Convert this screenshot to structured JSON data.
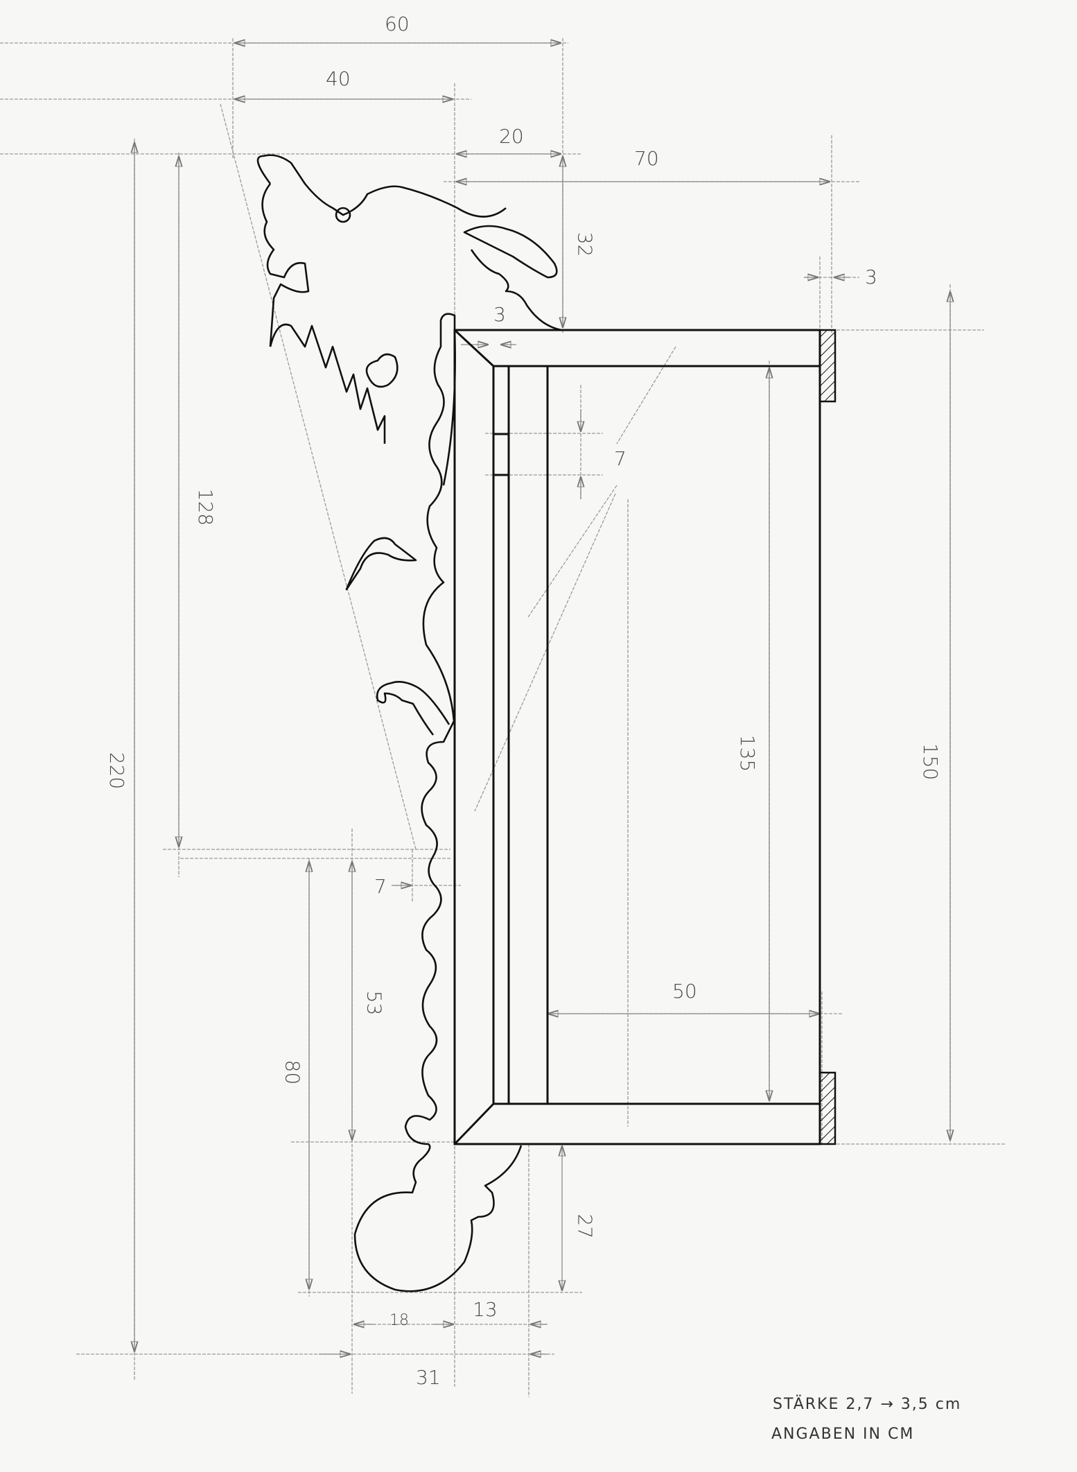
{
  "drawing": {
    "type": "hand-drawn technical drawing",
    "subject": "side profile of bench frame with carved dragon silhouette",
    "line_color": "#111111",
    "construction_line_color": "#9a9a9a",
    "paper_color": "#f7f7f5"
  },
  "dimensions": {
    "top_60": "60",
    "top_40": "40",
    "top_20": "20",
    "top_70": "70",
    "right_32": "32",
    "inner_3": "3",
    "right_3": "3",
    "slot_7": "7",
    "left_128": "128",
    "left_220": "220",
    "mid_135": "135",
    "right_150": "150",
    "bottom_7": "7",
    "bottom_53": "53",
    "bottom_80": "80",
    "bottom_50": "50",
    "bottom_27": "27",
    "bottom_18": "18",
    "bottom_13": "13",
    "bottom_31": "31"
  },
  "notes": {
    "thickness": "STÄRKE  2,7 → 3,5 cm",
    "units": "ANGABEN IN CM"
  }
}
